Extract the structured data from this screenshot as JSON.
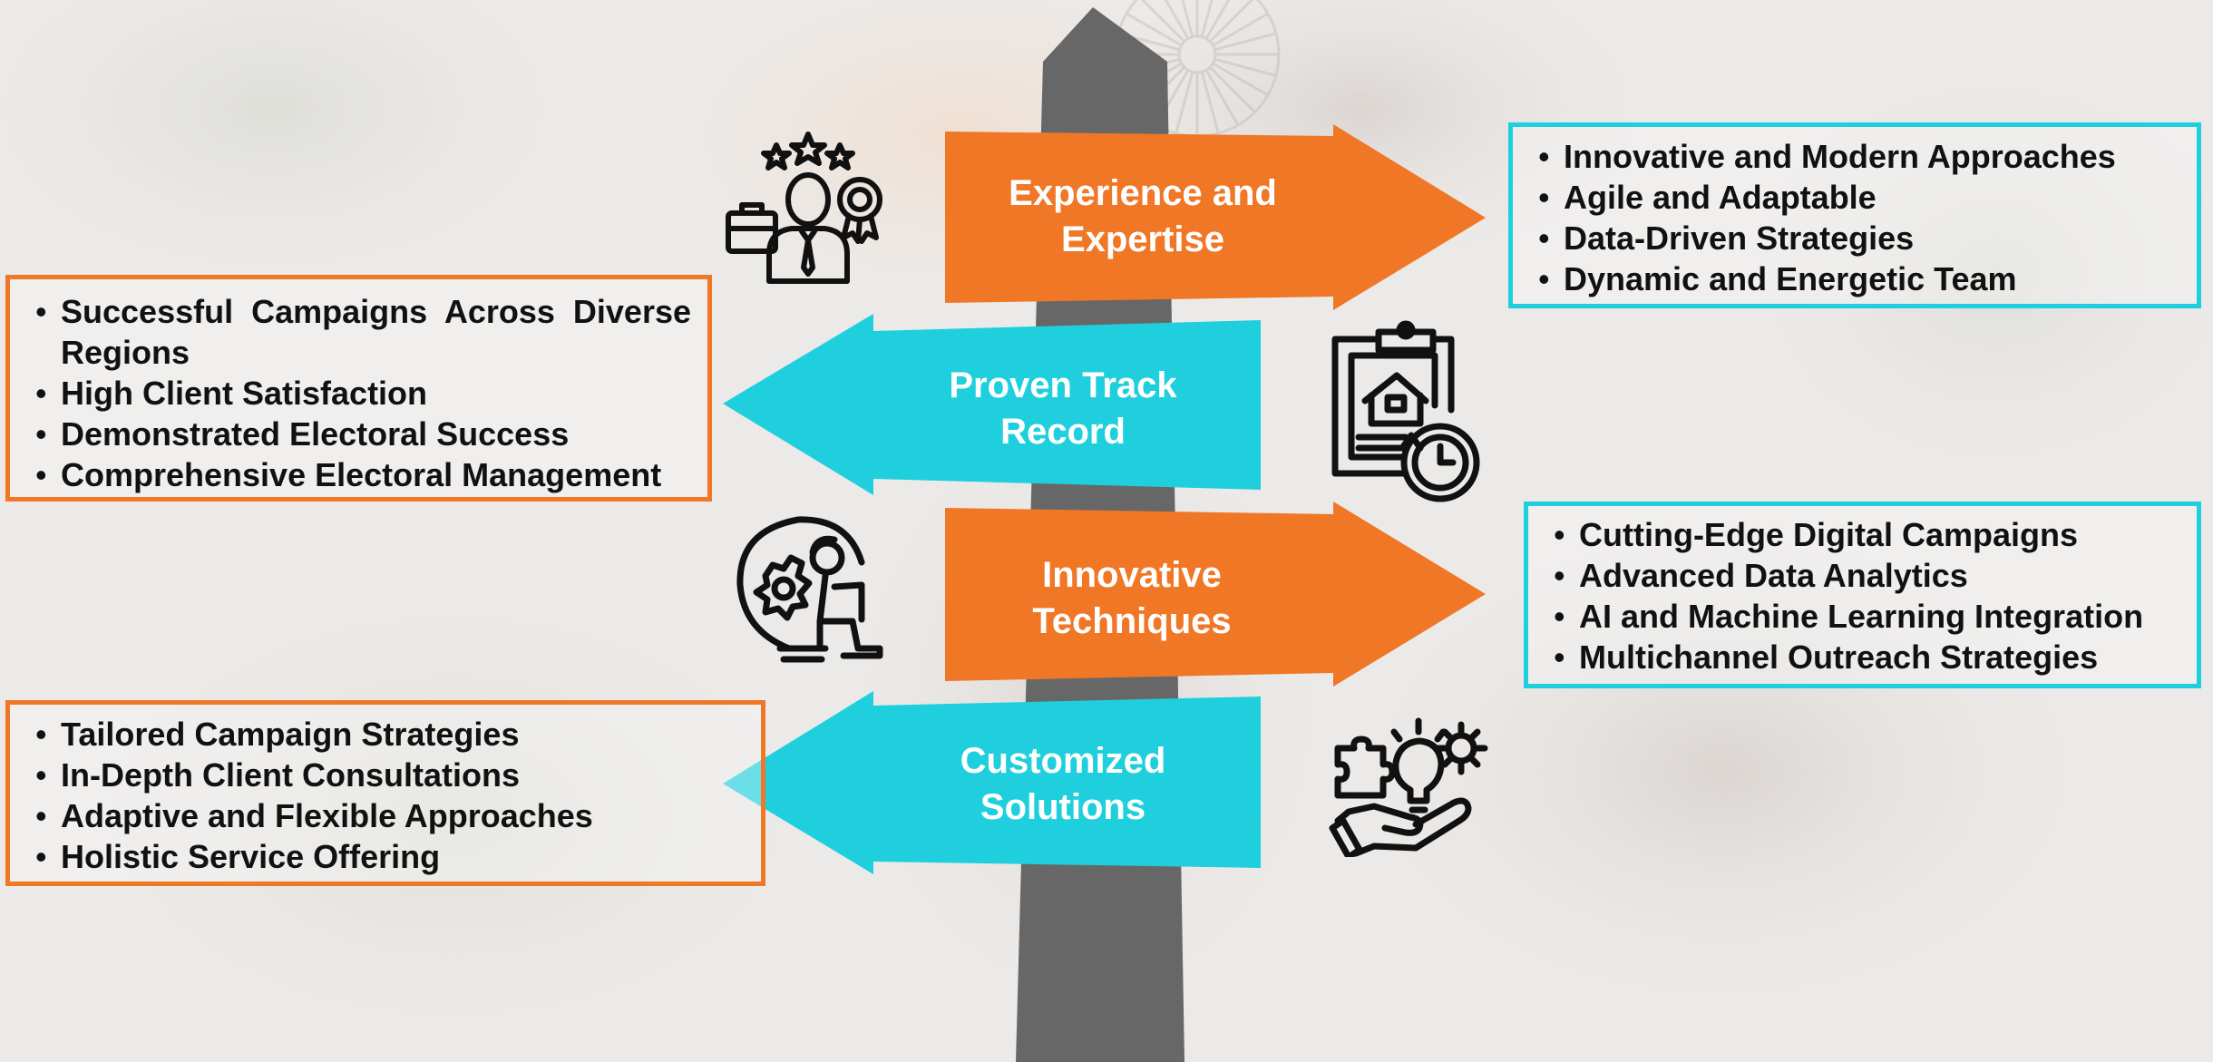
{
  "colors": {
    "orange": "#f07726",
    "cyan": "#1fcfdd",
    "pole": "#676767",
    "text": "#111111"
  },
  "signs": [
    {
      "id": "experience",
      "direction": "right",
      "color": "orange",
      "label_lines": [
        "Experience and",
        "Expertise"
      ],
      "icon": "business-person-with-stars-icon",
      "box_border": "cyan",
      "bullets": [
        "Innovative and Modern Approaches",
        "Agile and Adaptable",
        "Data-Driven Strategies",
        "Dynamic and Energetic Team"
      ]
    },
    {
      "id": "track-record",
      "direction": "left",
      "color": "cyan",
      "label_lines": [
        "Proven Track",
        "Record"
      ],
      "icon": "clipboard-house-clock-icon",
      "box_border": "orange",
      "bullets": [
        "Successful Campaigns Across Diverse Regions",
        "High Client Satisfaction",
        "Demonstrated Electoral Success",
        "Comprehensive Electoral Management"
      ]
    },
    {
      "id": "innovative",
      "direction": "right",
      "color": "orange",
      "label_lines": [
        "Innovative",
        "Techniques"
      ],
      "icon": "idea-bulb-laptop-person-icon",
      "box_border": "cyan",
      "bullets": [
        "Cutting-Edge Digital Campaigns",
        "Advanced Data Analytics",
        "AI and Machine Learning Integration",
        "Multichannel Outreach Strategies"
      ]
    },
    {
      "id": "customized",
      "direction": "left",
      "color": "cyan",
      "label_lines": [
        "Customized",
        "Solutions"
      ],
      "icon": "hand-puzzle-bulb-gear-icon",
      "box_border": "orange",
      "bullets": [
        "Tailored Campaign Strategies",
        "In-Depth Client Consultations",
        "Adaptive and Flexible Approaches",
        "Holistic Service Offering"
      ]
    }
  ]
}
